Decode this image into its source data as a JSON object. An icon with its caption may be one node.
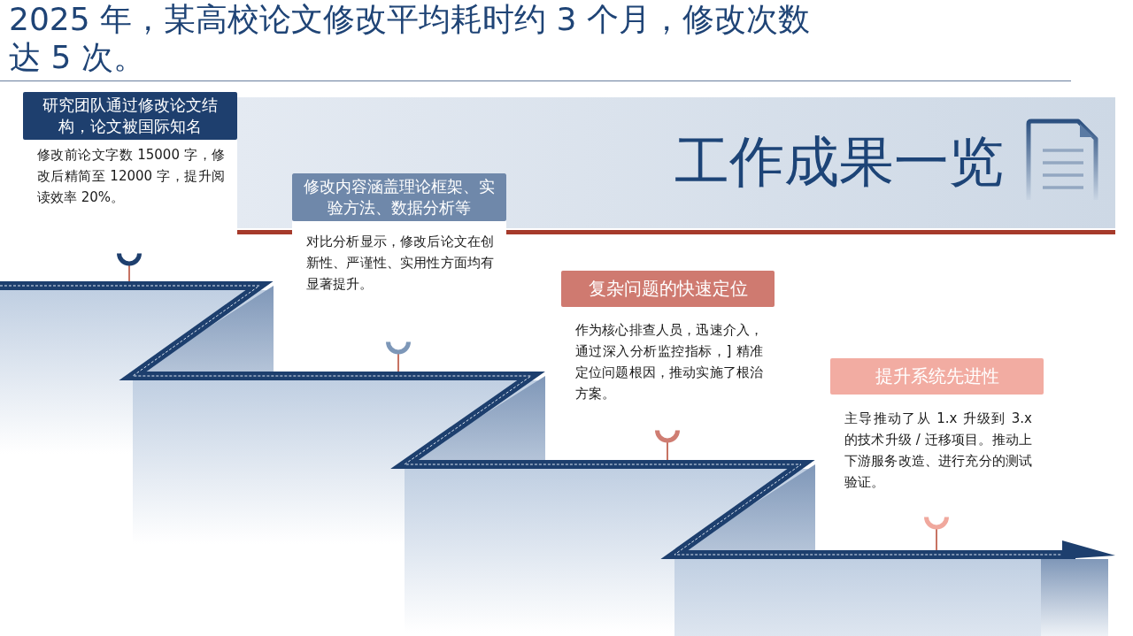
{
  "diagram": {
    "title": "2025 年，某高校论文修改平均耗时约 3 个月，修改次数达 5 次。",
    "nodes": [
      {
        "text": [
          "研究团队通过修改论文结构，论文被国际知名"
        ],
        "beside": [
          "修改前论文字数 15000 字，修改后精简至 12000 字，提升阅读效率 20%。"
        ]
      },
      {
        "text": [
          "修改内容涵盖理论框架、实验方法、数据分析等"
        ],
        "beside": [
          "对比分析显示，修改后论文在创新性、严谨性、实用性方面均有显著提升。"
        ]
      },
      {
        "text": [
          "复杂问题的快速定位"
        ],
        "beside": [
          "作为核心排查人员，迅速介入，通过深入分析监控指标，] 精准定位问题根因，推动实施了根治方案。"
        ]
      },
      {
        "text": [
          "提升系统先进性"
        ],
        "beside": [
          "主导推动了从 1.x 升级到 3.x 的技术升级 / 迁移项目。推动上下游服务改造、进行充分的测试验证。"
        ]
      }
    ],
    "labels": [
      "工作成果一览"
    ]
  }
}
